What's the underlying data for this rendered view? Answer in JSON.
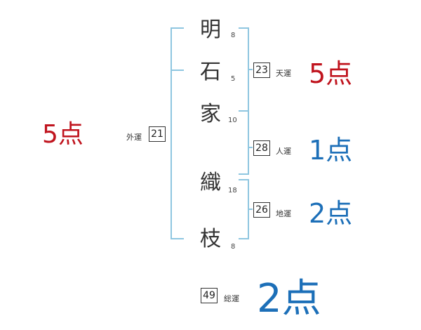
{
  "name": {
    "chars": [
      {
        "char": "明",
        "strokes": "8"
      },
      {
        "char": "石",
        "strokes": "5"
      },
      {
        "char": "家",
        "strokes": "10"
      },
      {
        "char": "織",
        "strokes": "18"
      },
      {
        "char": "枝",
        "strokes": "8"
      }
    ]
  },
  "fortunes": {
    "gaiun": {
      "label": "外運",
      "value": "21",
      "score": "5点"
    },
    "tenun": {
      "label": "天運",
      "value": "23",
      "score": "5点"
    },
    "jinun": {
      "label": "人運",
      "value": "28",
      "score": "1点"
    },
    "chiun": {
      "label": "地運",
      "value": "26",
      "score": "2点"
    },
    "souun": {
      "label": "総運",
      "value": "49",
      "score": "2点"
    }
  },
  "colors": {
    "bracket": "#8ec6e0",
    "score_red": "#c0141e",
    "score_blue": "#1c6fb8"
  }
}
